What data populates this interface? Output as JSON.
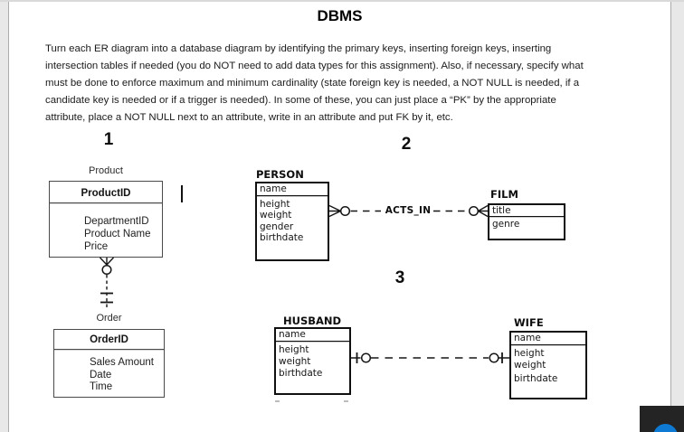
{
  "document": {
    "title": "DBMS",
    "instructions_lines": [
      "Turn each ER diagram into a database diagram by identifying the primary keys, inserting foreign keys, inserting",
      "intersection tables if needed (you do NOT need to add data types for this assignment).  Also, if necessary, specify what",
      "must be done to enforce maximum and minimum cardinality (state foreign key is needed, a NOT NULL is needed, if a",
      "candidate key is needed or if a trigger is needed).  In some of these, you can just place a “PK” by the appropriate",
      "attribute, place a NOT NULL next to an attribute, write in an attribute and put FK by it, etc."
    ]
  },
  "diagrams": {
    "d1": {
      "number": "1",
      "product": {
        "title": "Product",
        "key": "ProductID",
        "attributes": [
          "DepartmentID",
          "Product Name",
          "Price"
        ]
      },
      "order": {
        "title": "Order",
        "key": "OrderID",
        "attributes": [
          "Sales Amount",
          "Date",
          "Time"
        ]
      },
      "cardinality": "zero-or-many at Product, exactly-one at Order, dashed line"
    },
    "d2": {
      "number": "2",
      "person": {
        "title": "PERSON",
        "key": "name",
        "attributes": [
          "height",
          "weight",
          "gender",
          "birthdate"
        ]
      },
      "relationship_label": "ACTS_IN",
      "film": {
        "title": "FILM",
        "key": "title",
        "attributes": [
          "genre"
        ]
      },
      "cardinality": "zero-or-many on both ends, dashed line"
    },
    "d3": {
      "number": "3",
      "husband": {
        "title": "HUSBAND",
        "key": "name",
        "attributes": [
          "height",
          "weight",
          "birthdate"
        ]
      },
      "wife": {
        "title": "WIFE",
        "key": "name",
        "attributes": [
          "height",
          "weight",
          "birthdate"
        ]
      },
      "cardinality": "one-optional (circle + tick) on both ends, dashed line"
    }
  },
  "colors": {
    "accent_blue": "#0e7ad3",
    "overlay_dark": "#242424",
    "gutter_gray": "#e8e8e8"
  }
}
